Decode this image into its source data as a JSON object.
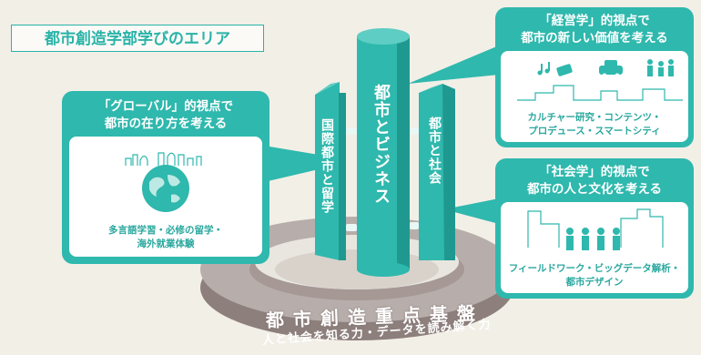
{
  "area_title": "都市創造学部学びのエリア",
  "pillars": {
    "left": "国際都市と留学",
    "center": "都市とビジネス",
    "right": "都市と社会"
  },
  "cards": {
    "global": {
      "title_line1": "「グローバル」的視点で",
      "title_line2": "都市の在り方を考える",
      "caption_line1": "多言語学習・必修の留学・",
      "caption_line2": "海外就業体験"
    },
    "business": {
      "title_line1": "「経営学」的視点で",
      "title_line2": "都市の新しい価値を考える",
      "caption_line1": "カルチャー研究・コンテンツ・",
      "caption_line2": "プロデュース・スマートシティ"
    },
    "sociology": {
      "title_line1": "「社会学」的視点で",
      "title_line2": "都市の人と文化を考える",
      "caption_line1": "フィールドワーク・ビッグデータ解析・",
      "caption_line2": "都市デザイン"
    }
  },
  "foundation": {
    "title": "都市創造重点基盤",
    "subtitle": "人と社会を知る力・データを読み解く力"
  },
  "colors": {
    "teal": "#2fb8ad",
    "teal_dark": "#1f9990",
    "ring": "#a59895",
    "background": "#f2efe7"
  },
  "icons": [
    "globe-icon",
    "city-skyline-icon",
    "music-note-icon",
    "ticket-icon",
    "car-icon",
    "people-icon"
  ]
}
